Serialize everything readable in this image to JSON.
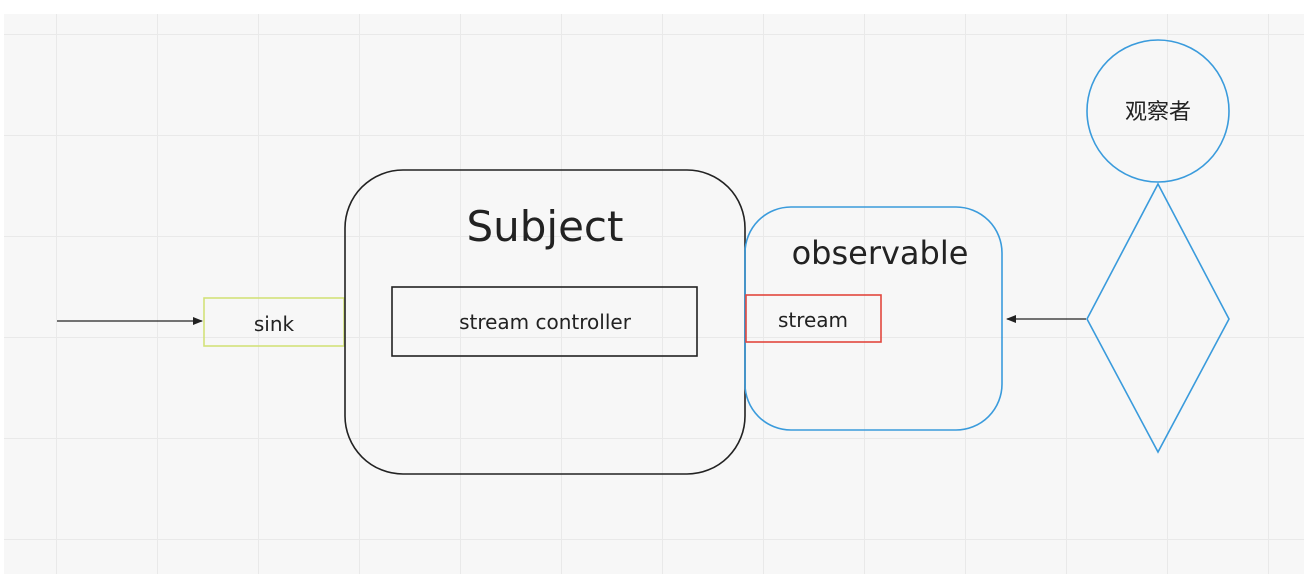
{
  "diagram": {
    "subject": {
      "title": "Subject",
      "inner_label": "stream controller"
    },
    "sink": {
      "label": "sink"
    },
    "observable": {
      "title": "observable",
      "inner_label": "stream"
    },
    "observer": {
      "label": "观察者"
    }
  },
  "colors": {
    "subject_border": "#222222",
    "sink_border": "#d3e27a",
    "observable_border": "#3a9bdc",
    "stream_border": "#e2473e",
    "observer_border": "#3a9bdc",
    "arrow": "#222222"
  }
}
